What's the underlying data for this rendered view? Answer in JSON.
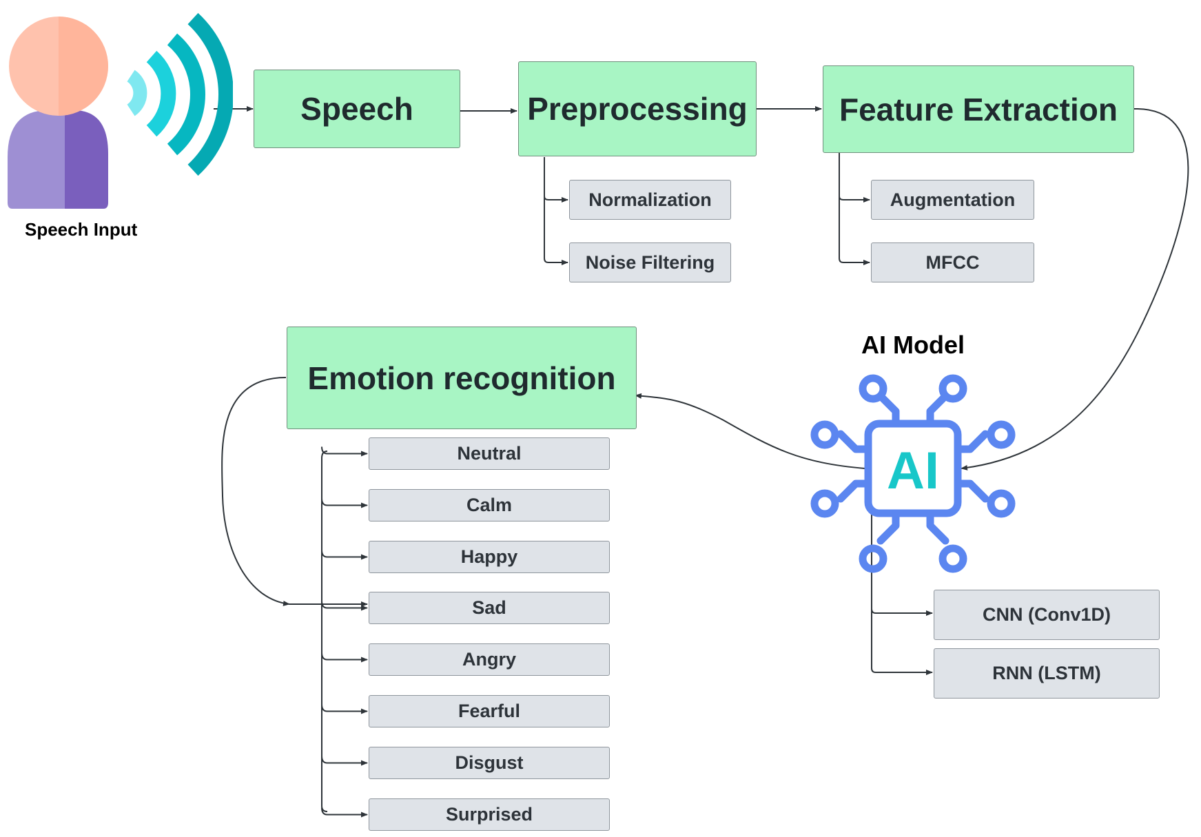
{
  "speech_input_label": "Speech Input",
  "ai_model_label": "AI Model",
  "ai_chip_text": "AI",
  "steps": {
    "speech": "Speech",
    "preprocessing": "Preprocessing",
    "feature_extraction": "Feature Extraction",
    "emotion_recognition": "Emotion recognition"
  },
  "preprocessing_substeps": [
    "Normalization",
    "Noise Filtering"
  ],
  "feature_substeps": [
    "Augmentation",
    "MFCC"
  ],
  "model_types": [
    "CNN (Conv1D)",
    "RNN (LSTM)"
  ],
  "emotions": [
    "Neutral",
    "Calm",
    "Happy",
    "Sad",
    "Angry",
    "Fearful",
    "Disgust",
    "Surprised"
  ],
  "colors": {
    "step_fill": "#a8f5c4",
    "substep_fill": "#dfe3e8",
    "ai_blue": "#5b86f0",
    "ai_text": "#18c7c9",
    "wave_dark": "#05b4bd",
    "wave_light": "#7fe8f0",
    "person_head": "#ffc2ad",
    "person_body": "#8e7bd0"
  }
}
